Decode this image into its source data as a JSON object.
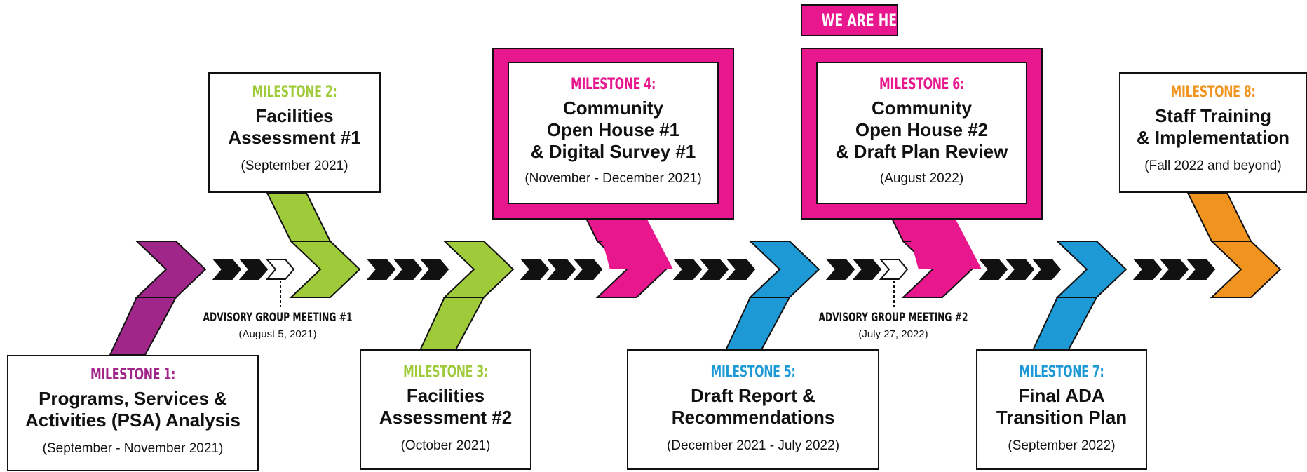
{
  "milestones": [
    {
      "id": 1,
      "label": "MILESTONE 1:",
      "title_lines": [
        "Programs, Services &",
        "Activities (PSA) Analysis"
      ],
      "date": "(September - November 2021)",
      "color": "#a1268a"
    },
    {
      "id": 2,
      "label": "MILESTONE 2:",
      "title_lines": [
        "Facilities",
        "Assessment #1"
      ],
      "date": "(September 2021)",
      "color": "#9fcb3b"
    },
    {
      "id": 3,
      "label": "MILESTONE 3:",
      "title_lines": [
        "Facilities",
        "Assessment #2"
      ],
      "date": "(October 2021)",
      "color": "#9fcb3b"
    },
    {
      "id": 4,
      "label": "MILESTONE 4:",
      "title_lines": [
        "Community",
        "Open House #1",
        "& Digital Survey #1"
      ],
      "date": "(November - December 2021)",
      "color": "#e8178d"
    },
    {
      "id": 5,
      "label": "MILESTONE 5:",
      "title_lines": [
        "Draft Report &",
        "Recommendations"
      ],
      "date": "(December 2021 - July 2022)",
      "color": "#1d9ad6"
    },
    {
      "id": 6,
      "label": "MILESTONE 6:",
      "title_lines": [
        "Community",
        "Open House #2",
        "& Draft Plan Review"
      ],
      "date": "(August 2022)",
      "color": "#e8178d"
    },
    {
      "id": 7,
      "label": "MILESTONE 7:",
      "title_lines": [
        "Final ADA",
        "Transition Plan"
      ],
      "date": "(September 2022)",
      "color": "#1d9ad6"
    },
    {
      "id": 8,
      "label": "MILESTONE 8:",
      "title_lines": [
        "Staff Training",
        "& Implementation"
      ],
      "date": "(Fall 2022 and beyond)",
      "color": "#f0941f"
    }
  ],
  "advisory_meetings": [
    {
      "title": "ADVISORY GROUP MEETING #1",
      "date": "(August 5, 2021)"
    },
    {
      "title": "ADVISORY GROUP MEETING #2",
      "date": "(July 27, 2022)"
    }
  ],
  "we_are_here": "WE ARE HERE!",
  "colors": {
    "outline": "#111111",
    "connector": "#111111",
    "highlight": "#e8178d"
  }
}
